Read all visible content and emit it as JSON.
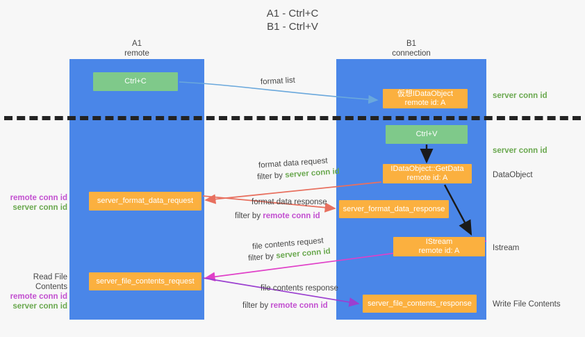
{
  "title": {
    "line1": "A1 - Ctrl+C",
    "line2": "B1 - Ctrl+V"
  },
  "lanes": [
    {
      "name": "A1",
      "sub": "remote"
    },
    {
      "name": "B1",
      "sub": "connection"
    }
  ],
  "nodes": {
    "ctrl_c": {
      "line1": "Ctrl+C",
      "line2": ""
    },
    "idataobject": {
      "line1": "仮想IDataObject",
      "line2": "remote id: A"
    },
    "ctrl_v": {
      "line1": "Ctrl+V",
      "line2": ""
    },
    "getdata": {
      "line1": "IDataObject::GetData",
      "line2": "remote id: A"
    },
    "server_format_data_request": {
      "line1": "server_format_data_request",
      "line2": ""
    },
    "server_format_data_response": {
      "line1": "server_format_data_response",
      "line2": ""
    },
    "istream": {
      "line1": "IStream",
      "line2": "remote id: A"
    },
    "server_file_contents_request": {
      "line1": "server_file_contents_request",
      "line2": ""
    },
    "server_file_contents_response": {
      "line1": "server_file_contents_response",
      "line2": ""
    }
  },
  "side_labels": {
    "server_conn_id_1": "server conn id",
    "server_conn_id_2": "server conn id",
    "dataobject": "DataObject",
    "istream": "Istream",
    "write_file_contents": "Write File Contents",
    "left_remote_conn_id": "remote conn id",
    "left_server_conn_id": "server conn id",
    "read_file_contents": "Read File Contents",
    "read_remote_conn_id": "remote conn id",
    "read_server_conn_id": "server conn id"
  },
  "edge_labels": {
    "format_list": "format list",
    "format_data_request": "format data request",
    "filter_by": "filter by",
    "server_conn_id": "server conn id",
    "remote_conn_id": "remote conn id",
    "format_data_response": "format data response",
    "file_contents_request": "file contents request",
    "file_contents_response": "file contents response"
  },
  "colors": {
    "lane": "#4a86e8",
    "green_node": "#7fc98a",
    "orange_node": "#fbb03f",
    "server_conn_id": "#6aa84f",
    "remote_conn_id": "#c24fd0",
    "blue_arrow": "#6aa8dc",
    "red_arrow": "#e8705f",
    "magenta_arrow": "#e040c8",
    "purple_arrow": "#9b3fd0",
    "dark_arrow": "#1a1a1a",
    "background": "#f7f7f7"
  }
}
